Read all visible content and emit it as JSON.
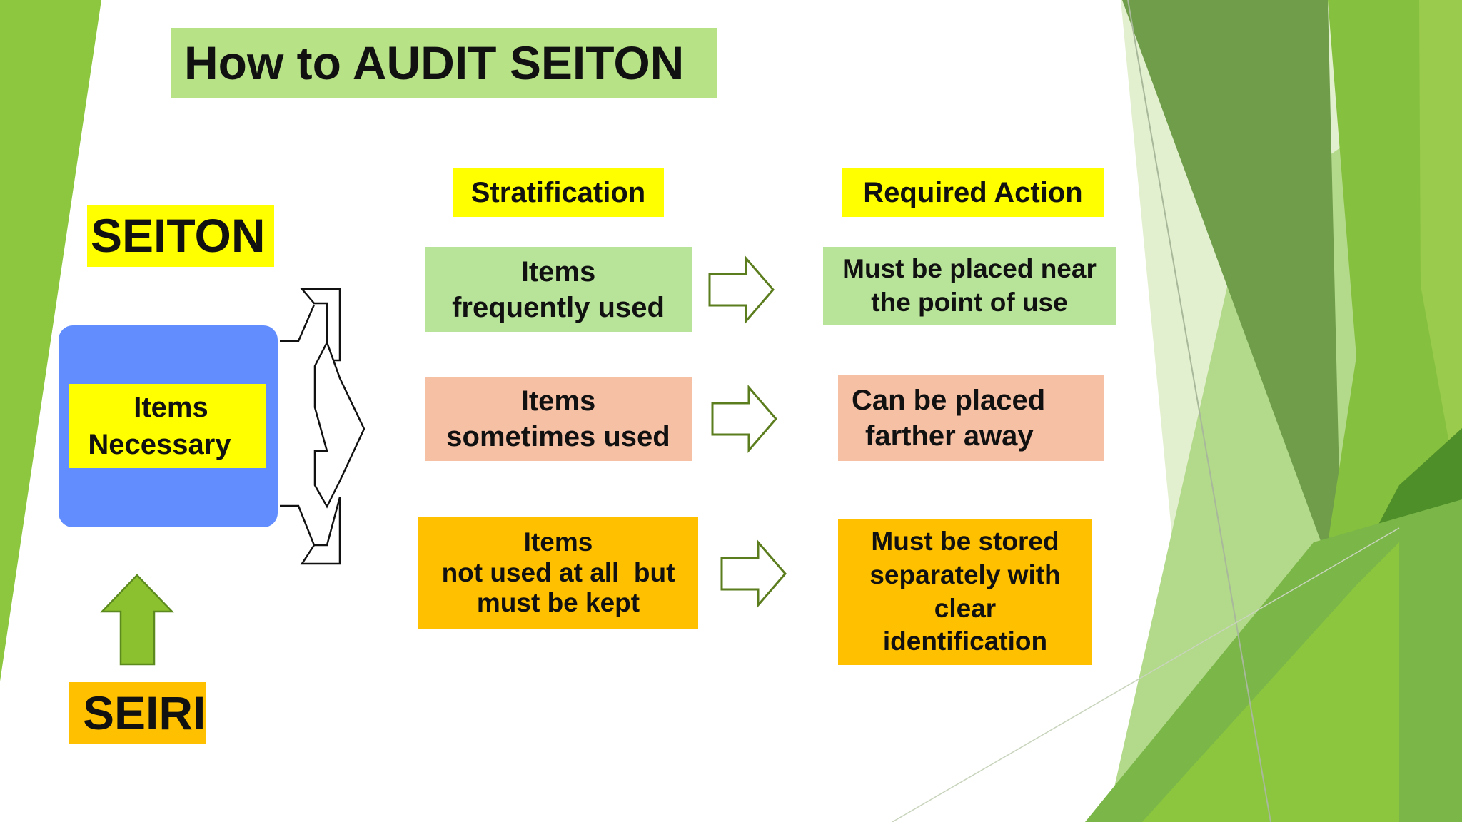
{
  "title": "How to AUDIT SEITON",
  "labels": {
    "seiton": "SEITON",
    "seiri": "SEIRI",
    "items_necessary": [
      "Items",
      "Necessary"
    ]
  },
  "columns": {
    "stratification": "Stratification",
    "required_action": "Required Action"
  },
  "rows": [
    {
      "stratification": [
        "Items",
        "frequently used"
      ],
      "action": [
        "Must be placed near",
        "the point of use"
      ],
      "color": "#b8e49a"
    },
    {
      "stratification": [
        "Items",
        "sometimes used"
      ],
      "action": [
        "Can be placed",
        "farther away"
      ],
      "color": "#f6c0a5"
    },
    {
      "stratification": [
        "Items",
        "not used at all  but",
        "must be kept"
      ],
      "action": [
        "Must be stored",
        "separately with",
        "clear",
        "identification"
      ],
      "color": "#ffc000"
    }
  ],
  "colors": {
    "background_green": "#8dc63f",
    "title_green": "#b8e286",
    "highlight_yellow": "#ffff00",
    "panel_blue": "#618dff",
    "seiri_gold": "#ffc000",
    "up_arrow": "#8bc12e"
  }
}
